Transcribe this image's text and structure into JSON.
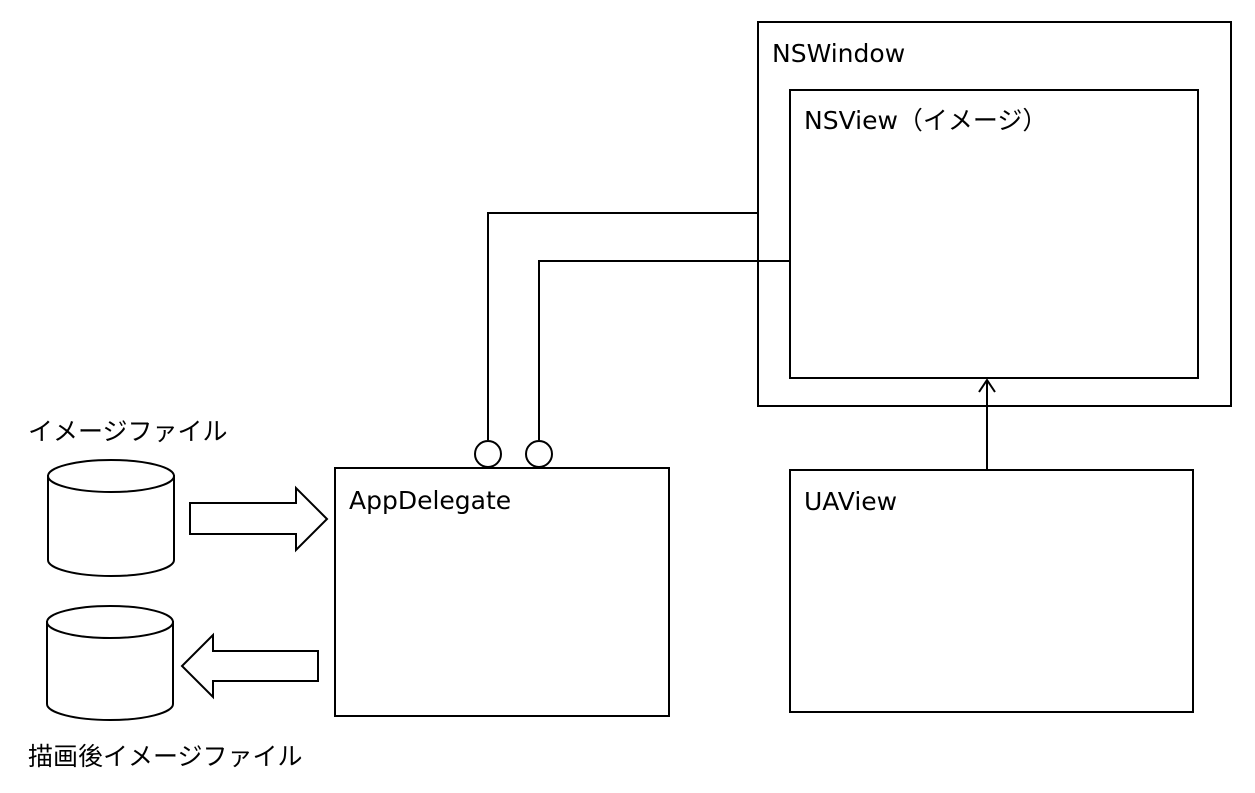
{
  "diagram": {
    "nswindow_label": "NSWindow",
    "nsview_label": "NSView（イメージ）",
    "appdelegate_label": "AppDelegate",
    "uaview_label": "UAView",
    "input_file_label": "イメージファイル",
    "output_file_label": "描画後イメージファイル"
  },
  "colors": {
    "stroke": "#000000",
    "fill": "#ffffff"
  }
}
